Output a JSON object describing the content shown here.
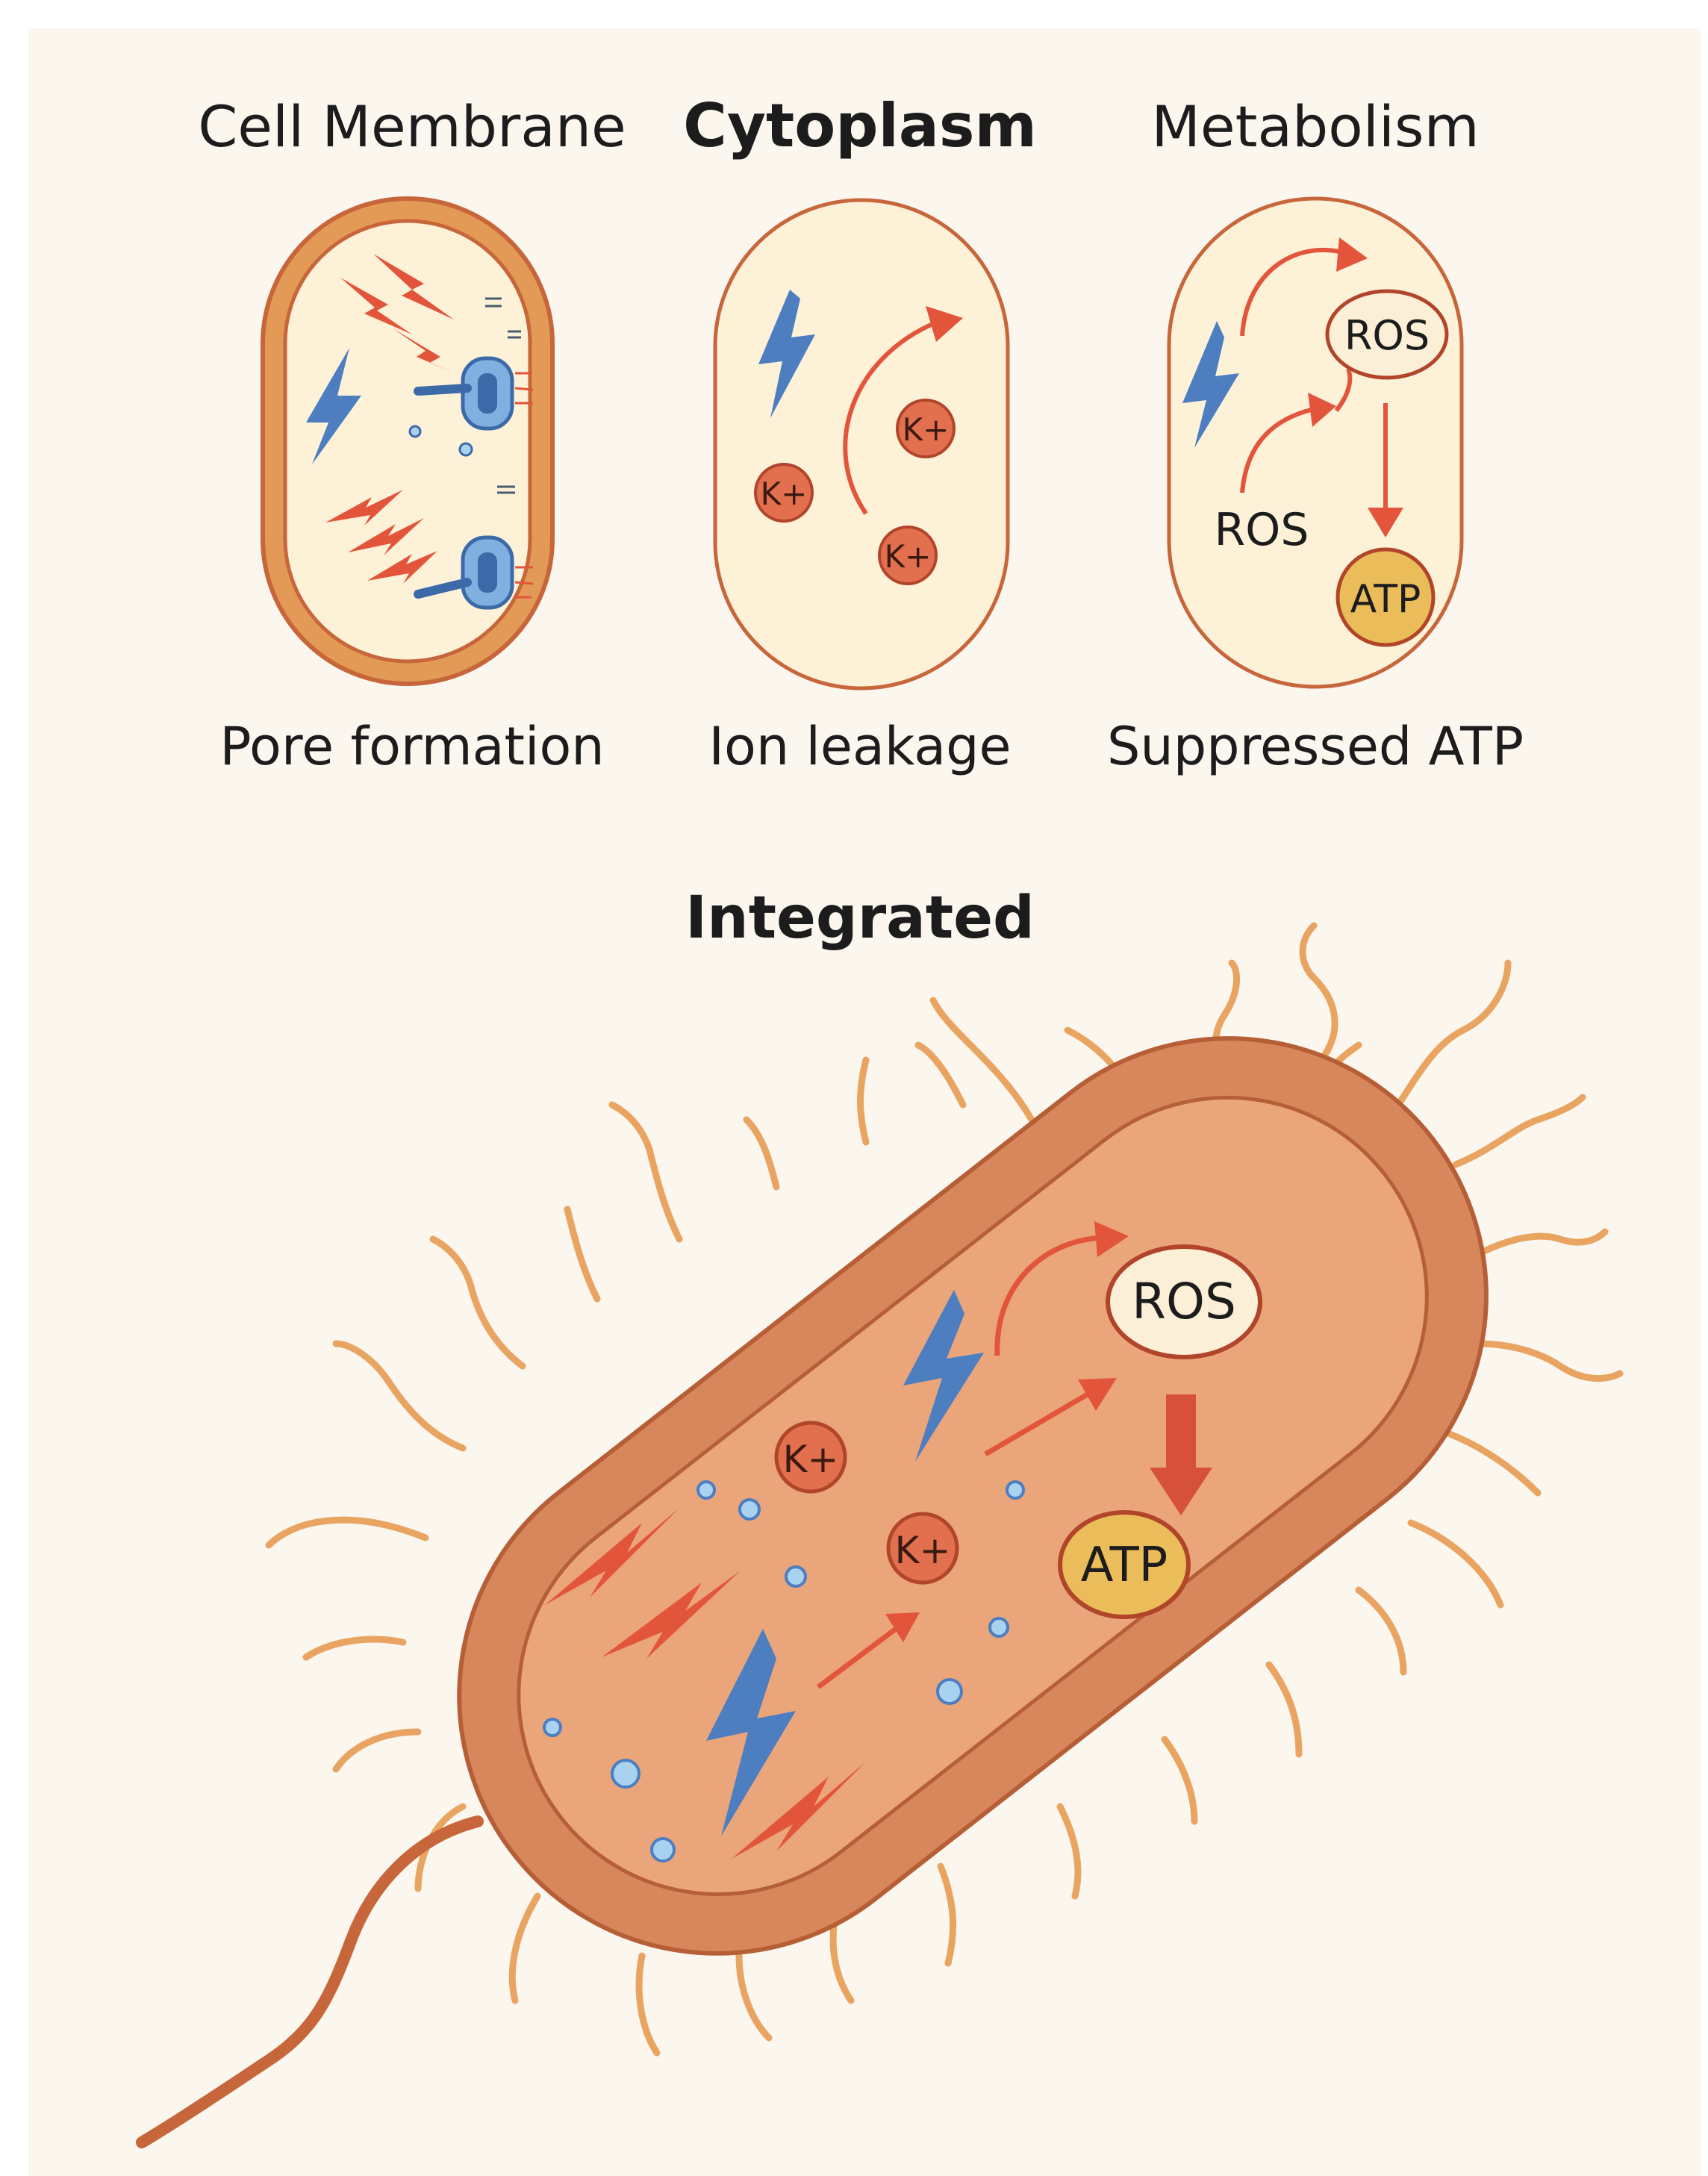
{
  "panels": [
    {
      "title": "Cell Membrane",
      "caption": "Pore formation"
    },
    {
      "title": "Cytoplasm",
      "caption": "Ion leakage"
    },
    {
      "title": "Metabolism",
      "caption": "Suppressed ATP"
    }
  ],
  "integrated": {
    "title": "Integrated",
    "ros": "ROS",
    "atp": "ATP",
    "ion": "K+"
  },
  "metabolism": {
    "ros_top": "ROS",
    "ros_free": "ROS",
    "atp": "ATP"
  },
  "cytoplasm": {
    "ion": "K+"
  },
  "colors": {
    "background": "#fbf6ee",
    "cell_fill": "#fdf1d8",
    "membrane": "#e39a56",
    "membrane_dark": "#c7663a",
    "cell_body": "#d8875c",
    "cytoplasm_inner": "#eba57a",
    "zap_red": "#e2553a",
    "zap_blue": "#4c7ec0",
    "ion": "#e2704f",
    "ros_fill": "#fcefd8",
    "atp_fill": "#ebbd5a",
    "pili": "#e8a460"
  }
}
